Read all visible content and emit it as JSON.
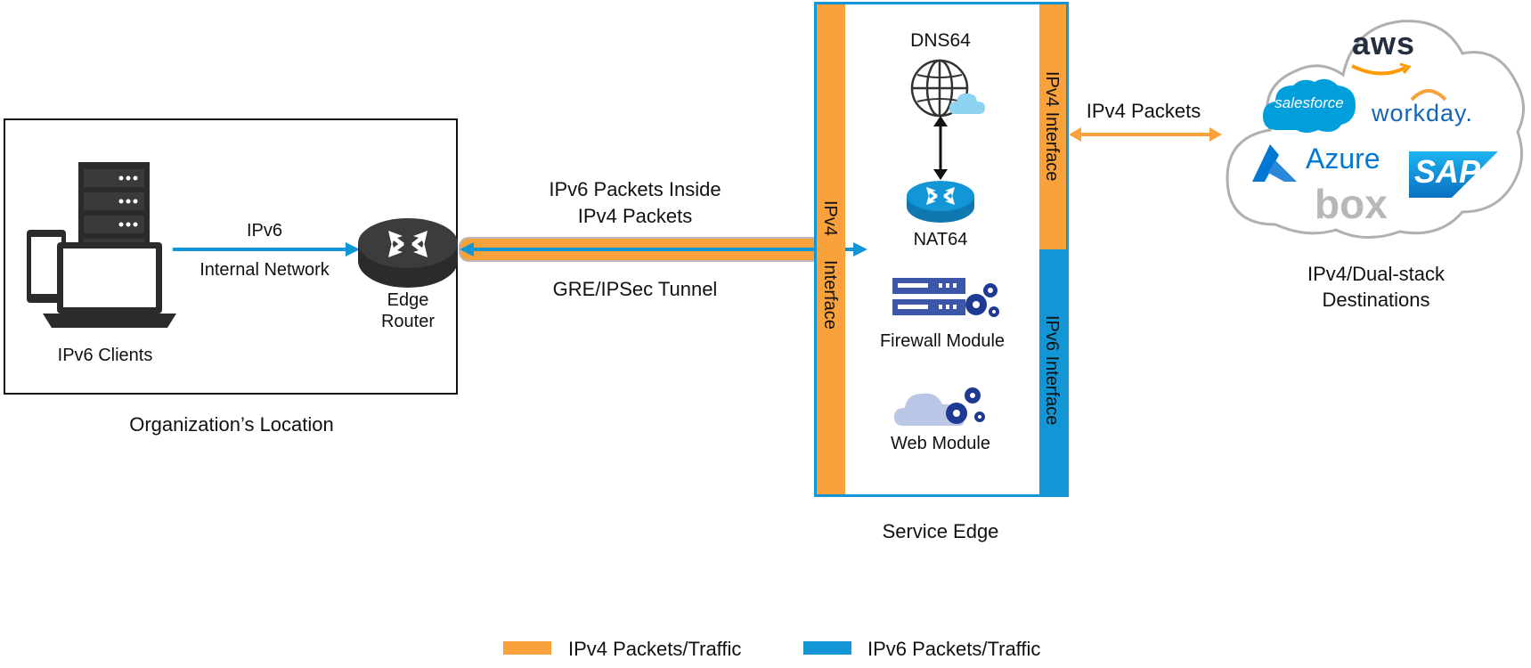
{
  "org": {
    "clients_label": "IPv6 Clients",
    "link_top": "IPv6",
    "link_bottom": "Internal Network",
    "router_line1": "Edge",
    "router_line2": "Router",
    "caption": "Organization’s Location"
  },
  "tunnel": {
    "line1": "IPv6 Packets Inside",
    "line2": "IPv4 Packets",
    "below": "GRE/IPSec Tunnel"
  },
  "service_edge": {
    "left_interface_top": "IPv4",
    "left_interface_bottom": "Interface",
    "right_interface_v4": "IPv4 Interface",
    "right_interface_v6": "IPv6 Interface",
    "dns": "DNS64",
    "nat": "NAT64",
    "firewall": "Firewall Module",
    "web": "Web Module",
    "caption": "Service Edge"
  },
  "destinations": {
    "link_label": "IPv4 Packets",
    "logos": [
      "aws",
      "salesforce",
      "workday.",
      "Azure",
      "SAP",
      "box"
    ],
    "caption_line1": "IPv4/Dual-stack",
    "caption_line2": "Destinations"
  },
  "legend": {
    "ipv4": "IPv4 Packets/Traffic",
    "ipv6": "IPv6 Packets/Traffic"
  },
  "colors": {
    "ipv4": "#F9A13A",
    "ipv6": "#1396D6",
    "dark": "#2B2B2B",
    "router_blue": "#1396D6",
    "cloud_outline": "#B0B0B0"
  }
}
